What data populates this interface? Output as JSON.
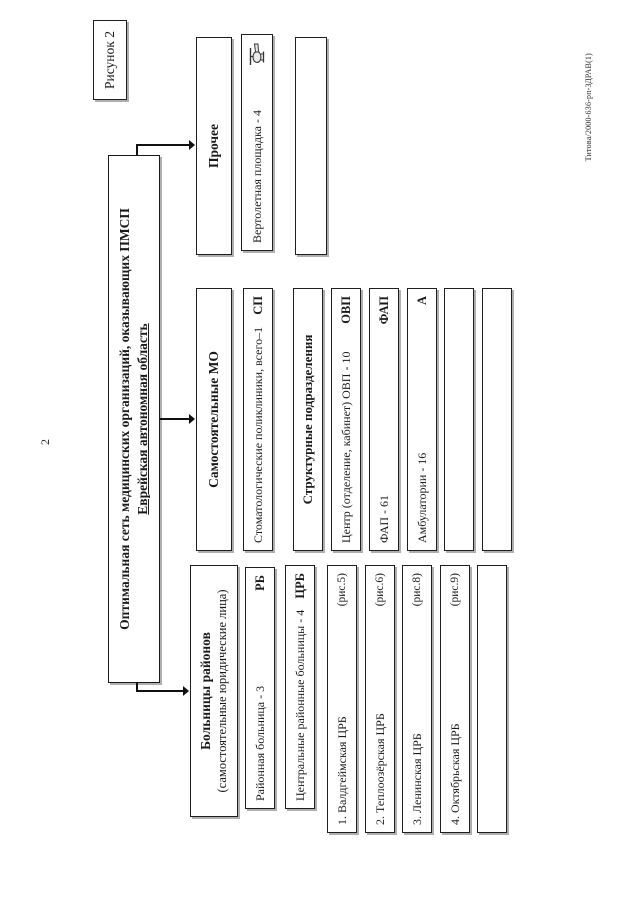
{
  "page": {
    "number": "2",
    "figure_label": "Рисунок 2",
    "signature": "Титова/2000-636-рп-ЗДРАВ(1)"
  },
  "colors": {
    "ink": "#1a1a1a",
    "paper": "#ffffff",
    "box_shadow": "#8a8a8a"
  },
  "icons": {
    "helipad": "helicopter-icon",
    "connector": "arrow-down-icon"
  },
  "diagram": {
    "title": {
      "line1": "Оптимальная сеть медицинских организаций, оказывающих ПМСП",
      "line2": "Еврейская автономная область"
    },
    "branch_other": {
      "header": "Прочее",
      "rows": [
        {
          "left": "Вертолетная площадка - 4",
          "right": ""
        }
      ]
    },
    "branch_independent": {
      "header": "Самостоятельные МО",
      "rows": [
        {
          "left": "Стоматологические поликлиники, всего–1",
          "right": "СП"
        },
        {
          "center": "Структурные подразделения"
        },
        {
          "left": "Центр (отделение, кабинет) ОВП - 10",
          "right": "ОВП"
        },
        {
          "left": "ФАП - 61",
          "right": "ФАП"
        },
        {
          "left": "Амбулатории - 16",
          "right": "А"
        }
      ]
    },
    "branch_hospitals": {
      "header_line1": "Больницы районов",
      "header_line2": "(самостоятельные юридические лица)",
      "rows": [
        {
          "left": "Районная больница - 3",
          "right": "РБ"
        },
        {
          "left": "Центральные районные больницы - 4",
          "right": "ЦРБ"
        },
        {
          "left": "1. Валдгеймская ЦРБ",
          "right": "(рис.5)"
        },
        {
          "left": "2. Теплоозёрская ЦРБ",
          "right": "(рис.6)"
        },
        {
          "left": "3. Ленинская ЦРБ",
          "right": "(рис.8)"
        },
        {
          "left": "4. Октябрьская ЦРБ",
          "right": "(рис.9)"
        }
      ]
    }
  }
}
